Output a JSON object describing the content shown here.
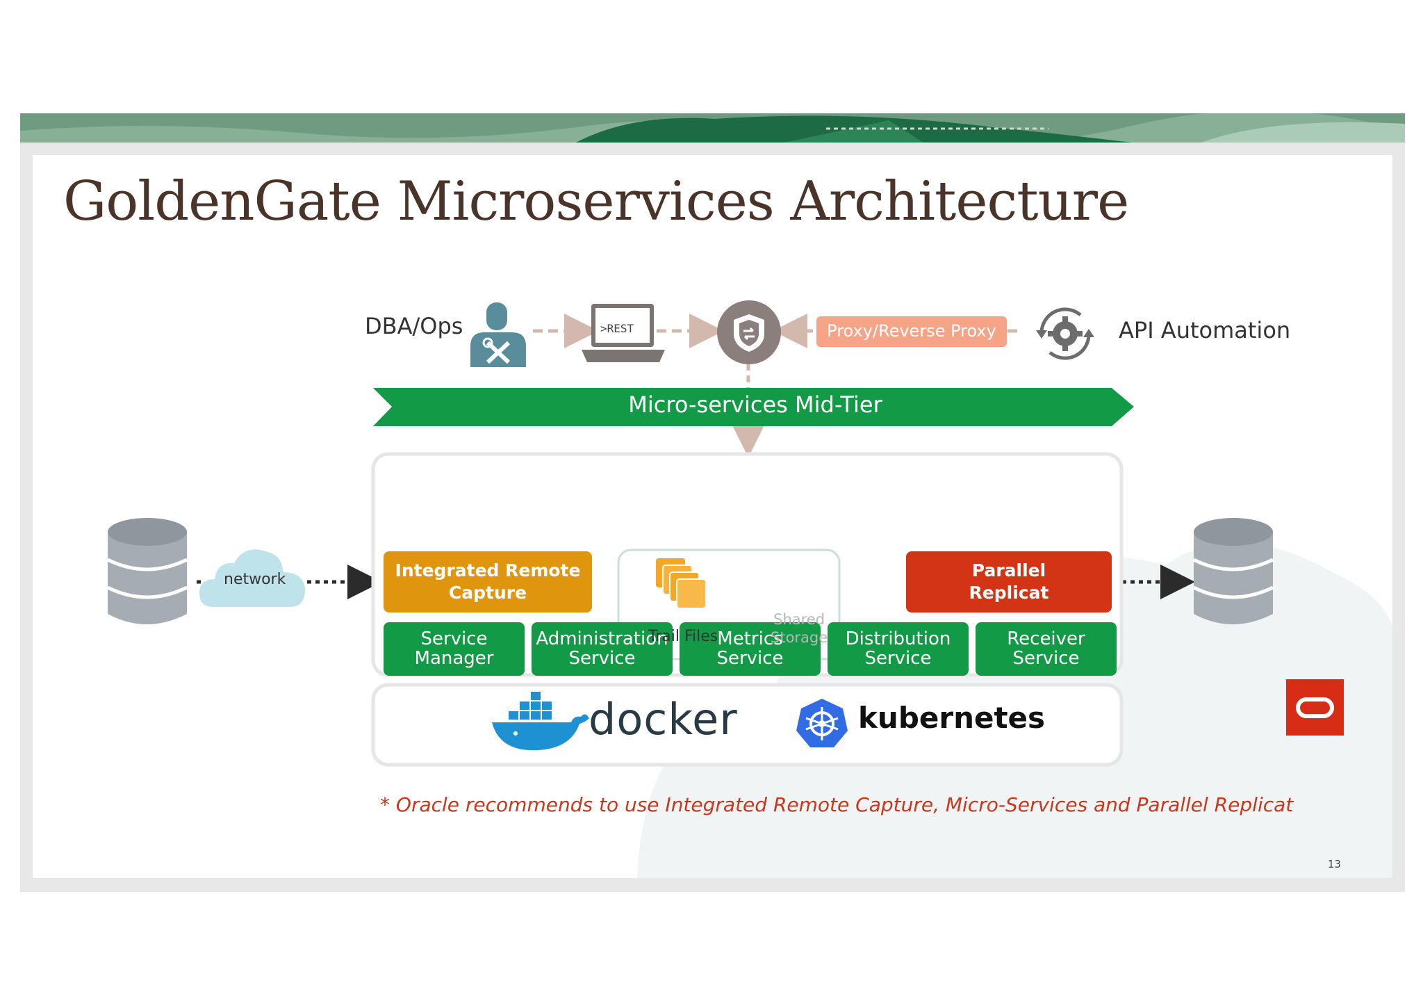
{
  "slide": {
    "title": "GoldenGate Microservices Architecture",
    "page_number": "13",
    "footnote": "* Oracle recommends to use Integrated Remote Capture, Micro-Services and Parallel Replicat"
  },
  "top_row": {
    "dba_label": "DBA/Ops",
    "rest_label": ">REST",
    "proxy_label": "Proxy/Reverse Proxy",
    "api_label": "API Automation"
  },
  "mid_tier": {
    "label": "Micro-services Mid-Tier"
  },
  "services": [
    {
      "line1": "Service",
      "line2": "Manager"
    },
    {
      "line1": "Administration",
      "line2": "Service"
    },
    {
      "line1": "Metrics",
      "line2": "Service"
    },
    {
      "line1": "Distribution",
      "line2": "Service"
    },
    {
      "line1": "Receiver",
      "line2": "Service"
    }
  ],
  "pipeline": {
    "network_label": "network",
    "capture_line1": "Integrated Remote",
    "capture_line2": "Capture",
    "trail_label": "Trail Files",
    "shared_line1": "Shared",
    "shared_line2": "Storage",
    "replicat_line1": "Parallel",
    "replicat_line2": "Replicat"
  },
  "platforms": {
    "docker_label": "docker",
    "kubernetes_label": "kubernetes"
  },
  "colors": {
    "green": "#139a47",
    "orange": "#e0950e",
    "red": "#d33416",
    "salmon": "#f5a487",
    "title": "#4a3328",
    "note": "#c8371b"
  }
}
